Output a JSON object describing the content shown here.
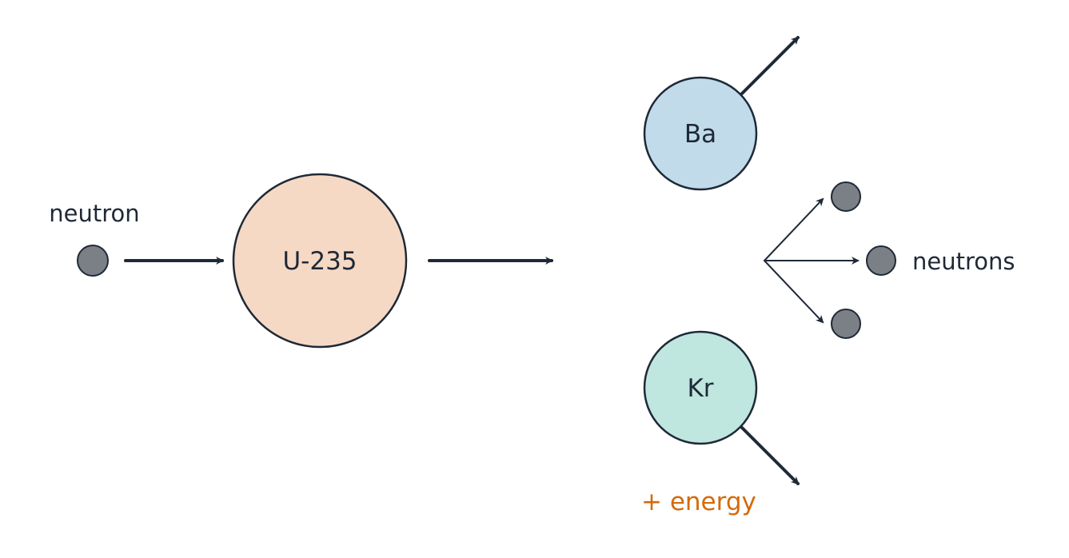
{
  "labels": {
    "neutron": "neutron",
    "neutrons": "neutrons",
    "energy": "+ energy"
  },
  "nuclei": {
    "uranium": "U-235",
    "barium": "Ba",
    "krypton": "Kr"
  },
  "colors": {
    "ink": "#1f2937",
    "neutron_fill": "#7b8087",
    "uranium_fill": "#f5d9c5",
    "barium_fill": "#c1dbeb",
    "krypton_fill": "#bfe6df",
    "energy_text": "#d46a0a",
    "background": "#ffffff"
  }
}
